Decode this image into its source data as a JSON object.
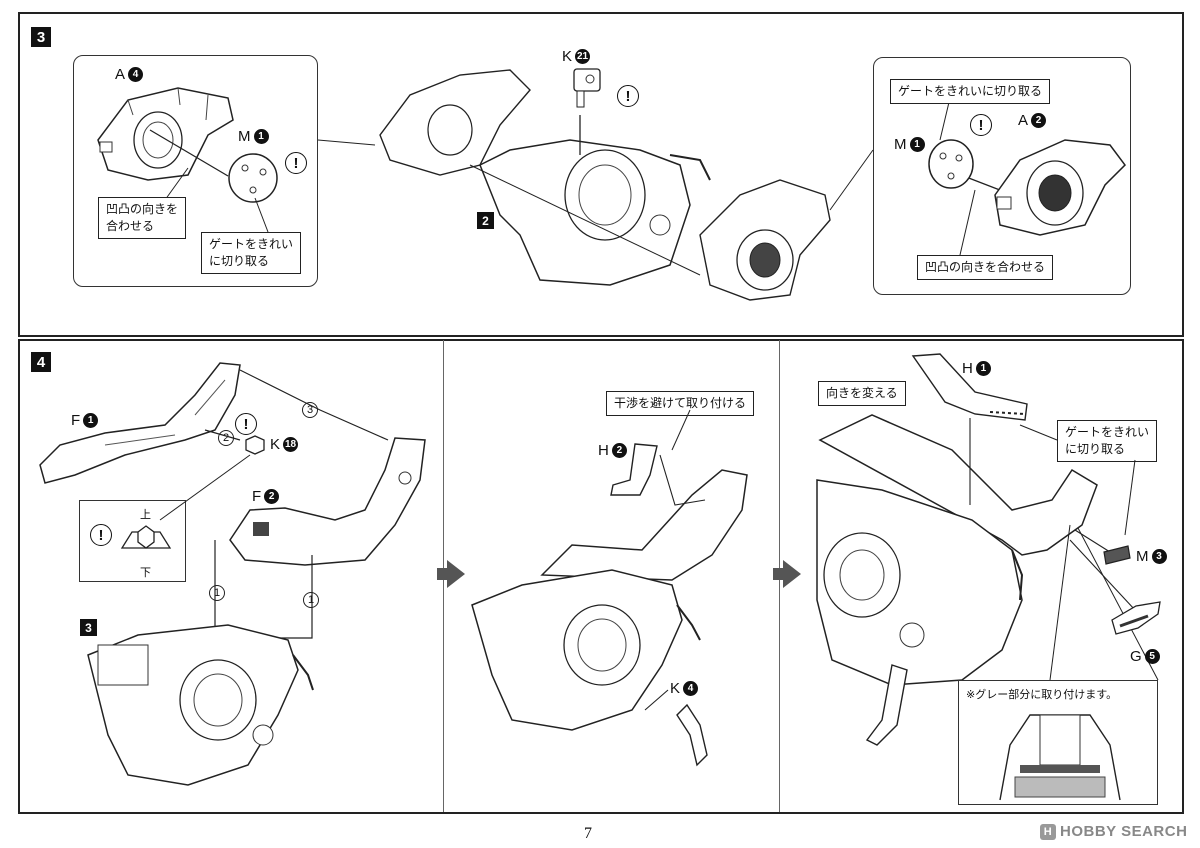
{
  "page": {
    "number": "7"
  },
  "watermark": {
    "text": "HOBBY SEARCH"
  },
  "step3": {
    "badge": "3",
    "left_inset": {
      "part_a": {
        "letter": "A",
        "num": "4"
      },
      "part_m": {
        "letter": "M",
        "num": "1"
      },
      "warn": "!",
      "callout_align": "凹凸の向きを\n合わせる",
      "callout_align_l1": "凹凸の向きを",
      "callout_align_l2": "合わせる",
      "callout_gate_l1": "ゲートをきれい",
      "callout_gate_l2": "に切り取る"
    },
    "center": {
      "part_k": {
        "letter": "K",
        "num": "21"
      },
      "warn": "!",
      "sub_badge": "2"
    },
    "right_inset": {
      "callout_gate": "ゲートをきれいに切り取る",
      "part_m": {
        "letter": "M",
        "num": "1"
      },
      "part_a": {
        "letter": "A",
        "num": "2"
      },
      "warn": "!",
      "callout_align": "凹凸の向きを合わせる"
    }
  },
  "step4": {
    "badge": "4",
    "panel1": {
      "part_f1": {
        "letter": "F",
        "num": "1"
      },
      "part_f2": {
        "letter": "F",
        "num": "2"
      },
      "part_k": {
        "letter": "K",
        "num": "18"
      },
      "warn": "!",
      "orientation_top": "上",
      "orientation_bottom": "下",
      "order": [
        "1",
        "1",
        "2",
        "3"
      ],
      "sub_badge": "3"
    },
    "panel2": {
      "callout": "干渉を避けて取り付ける",
      "part_h": {
        "letter": "H",
        "num": "2"
      },
      "part_k": {
        "letter": "K",
        "num": "4"
      }
    },
    "panel3": {
      "part_h": {
        "letter": "H",
        "num": "1"
      },
      "callout_turn": "向きを変える",
      "callout_gate_l1": "ゲートをきれい",
      "callout_gate_l2": "に切り取る",
      "part_m": {
        "letter": "M",
        "num": "3"
      },
      "part_g": {
        "letter": "G",
        "num": "5"
      },
      "note": "※グレー部分に取り付けます。"
    }
  }
}
